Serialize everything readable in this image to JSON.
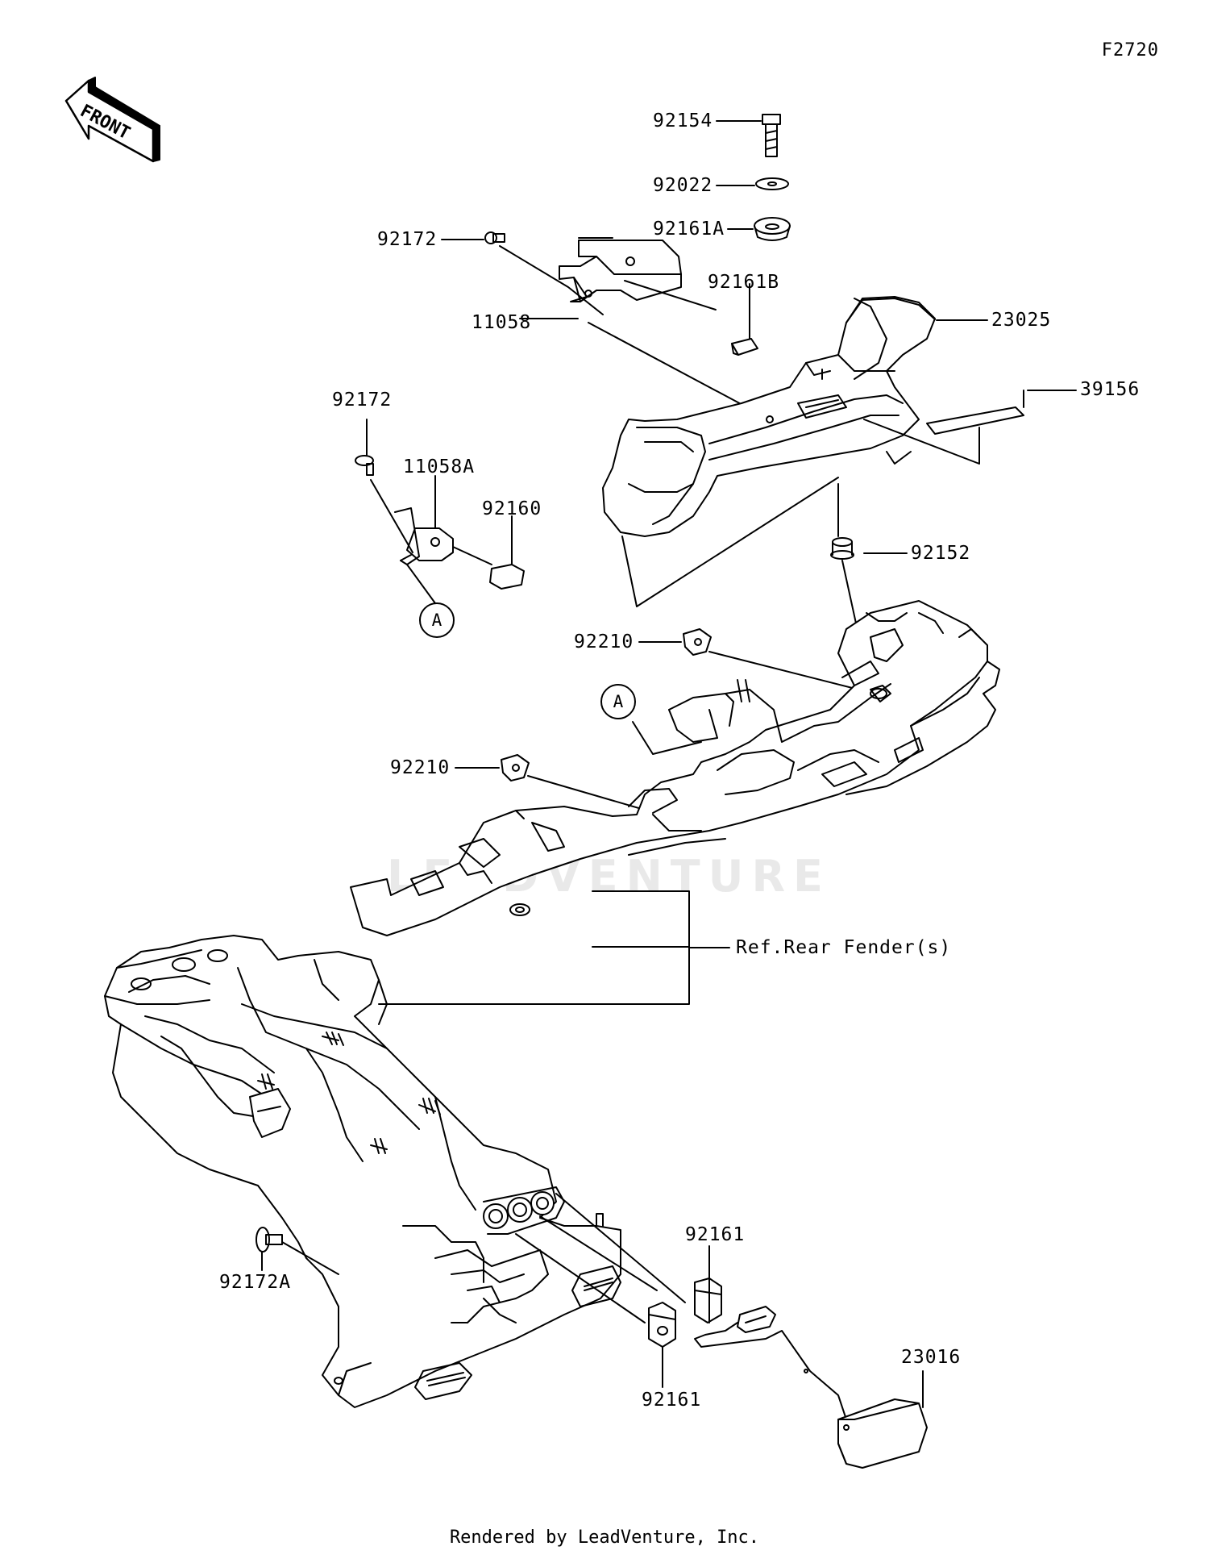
{
  "diagram_code": "F2720",
  "front_arrow": "FRONT",
  "watermark": "LEADVENTURE",
  "ref_label": "Ref.Rear Fender(s)",
  "callouts": {
    "p92154": "92154",
    "p92022": "92022",
    "p92161A": "92161A",
    "p92172_top": "92172",
    "p92161B": "92161B",
    "p11058": "11058",
    "p23025": "23025",
    "p39156": "39156",
    "p92172_left": "92172",
    "p11058A": "11058A",
    "p92160": "92160",
    "p92152": "92152",
    "p92210_upper": "92210",
    "p92210_lower": "92210",
    "p92172A": "92172A",
    "p92161_upper": "92161",
    "p92161_lower": "92161",
    "p23016": "23016"
  },
  "circle_refs": {
    "a1": "A",
    "a2": "A"
  },
  "footer": "Rendered by LeadVenture, Inc."
}
